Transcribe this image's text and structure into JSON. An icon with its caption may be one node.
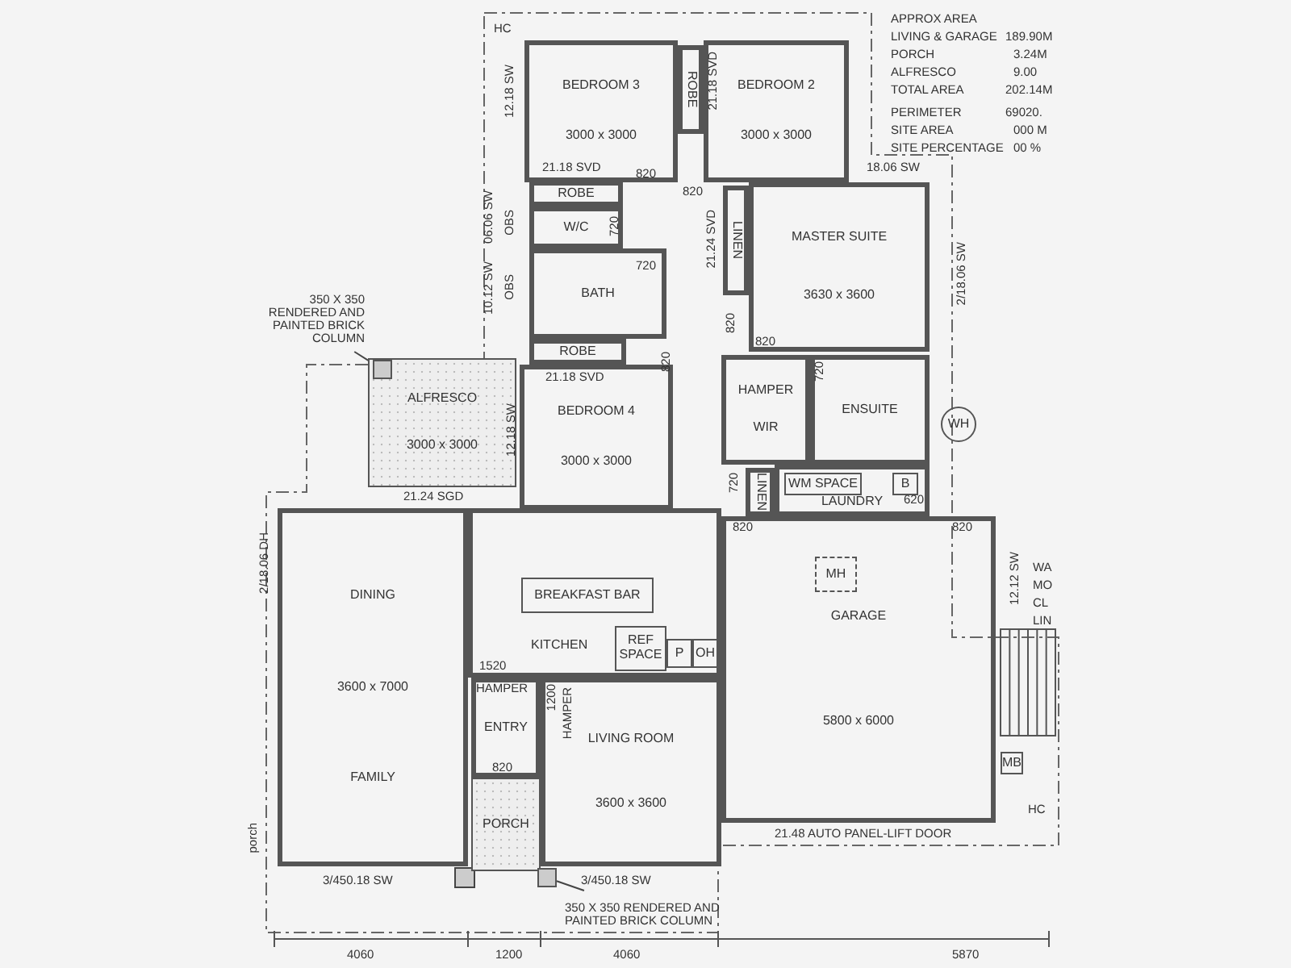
{
  "diagram": {
    "nodes": [
      {
        "text": [
          "BEDROOM 3",
          "3000 x 3000"
        ]
      },
      {
        "text": [
          "ROBE"
        ]
      },
      {
        "text": [
          "BEDROOM 2",
          "3000 x 3000"
        ]
      },
      {
        "text": [
          "ROBE"
        ]
      },
      {
        "text": [
          "W/C"
        ]
      },
      {
        "text": [
          "BATH"
        ]
      },
      {
        "text": [
          "ROBE"
        ]
      },
      {
        "text": [
          "BEDROOM 4",
          "3000 x 3000"
        ]
      },
      {
        "text": [
          "ALFRESCO",
          "3000 x 3000"
        ]
      },
      {
        "text": [
          "LINEN"
        ]
      },
      {
        "text": [
          "MASTER SUITE",
          "3630 x 3600"
        ]
      },
      {
        "text": [
          "HAMPER",
          "WIR"
        ]
      },
      {
        "text": [
          "ENSUITE"
        ]
      },
      {
        "text": [
          "LINEN"
        ]
      },
      {
        "text": [
          "LAUNDRY"
        ]
      },
      {
        "text": [
          "WM SPACE"
        ],
        "in": 14
      },
      {
        "text": [
          "B"
        ],
        "in": 14
      },
      {
        "text": [
          "GARAGE",
          "5800 x 6000"
        ]
      },
      {
        "text": [
          "MH"
        ],
        "in": 17
      },
      {
        "text": [
          "DINING",
          "3600 x 7000",
          "FAMILY"
        ]
      },
      {
        "text": [
          "KITCHEN"
        ]
      },
      {
        "text": [
          "BREAKFAST BAR"
        ],
        "in": 20
      },
      {
        "text": [
          "REF SPACE"
        ],
        "in": 20
      },
      {
        "text": [
          "P"
        ],
        "in": 20
      },
      {
        "text": [
          "OH"
        ],
        "in": 20
      },
      {
        "text": [
          "ENTRY"
        ]
      },
      {
        "text": [
          "PORCH"
        ]
      },
      {
        "text": [
          "LIVING ROOM",
          "3600 x 3600"
        ]
      },
      {
        "text": [
          "WH"
        ]
      },
      {
        "text": [
          "MB"
        ]
      },
      {
        "text": [
          "350 X 350 RENDERED AND PAINTED BRICK COLUMN"
        ]
      },
      {
        "text": [],
        "shape": "box",
        "in": 8
      },
      {
        "text": [
          "350 X 350 RENDERED AND PAINTED BRICK COLUMN"
        ]
      },
      {
        "text": [],
        "shape": "box"
      }
    ],
    "edges": [
      {
        "from": 30,
        "to": 31,
        "arrow": "none"
      },
      {
        "from": 32,
        "to": 33,
        "arrow": "none"
      }
    ],
    "labels": [
      "APPROX AREA",
      "LIVING & GARAGE",
      "189.90M",
      "PORCH",
      "3.24M",
      "ALFRESCO",
      "9.00",
      "TOTAL AREA",
      "202.14M",
      "PERIMETER",
      "69020.",
      "SITE AREA",
      "000 M",
      "SITE PERCENTAGE",
      "00 %",
      "HC",
      "12.18 SW",
      "21.18 SVD",
      "21.18 SVD",
      "820",
      "820",
      "18.06 SW",
      "06.06 SW",
      "OBS",
      "720",
      "21.24 SVD",
      "10.12 SW",
      "OBS",
      "720",
      "2/18.06 SW",
      "820",
      "820",
      "720",
      "21.18 SVD",
      "820",
      "12.18 SW",
      "21.24 SGD",
      "720",
      "620",
      "820",
      "820",
      "2/18.06 DH",
      "12.12 SW",
      "WA",
      "MO",
      "CL",
      "LIN",
      "1520",
      "HAMPER",
      "1200",
      "HAMPER",
      "820",
      "HC",
      "21.48 AUTO PANEL-LIFT DOOR",
      "porch",
      "3/450.18 SW",
      "3/450.18 SW",
      "4060",
      "1200",
      "4060",
      "5870"
    ]
  }
}
